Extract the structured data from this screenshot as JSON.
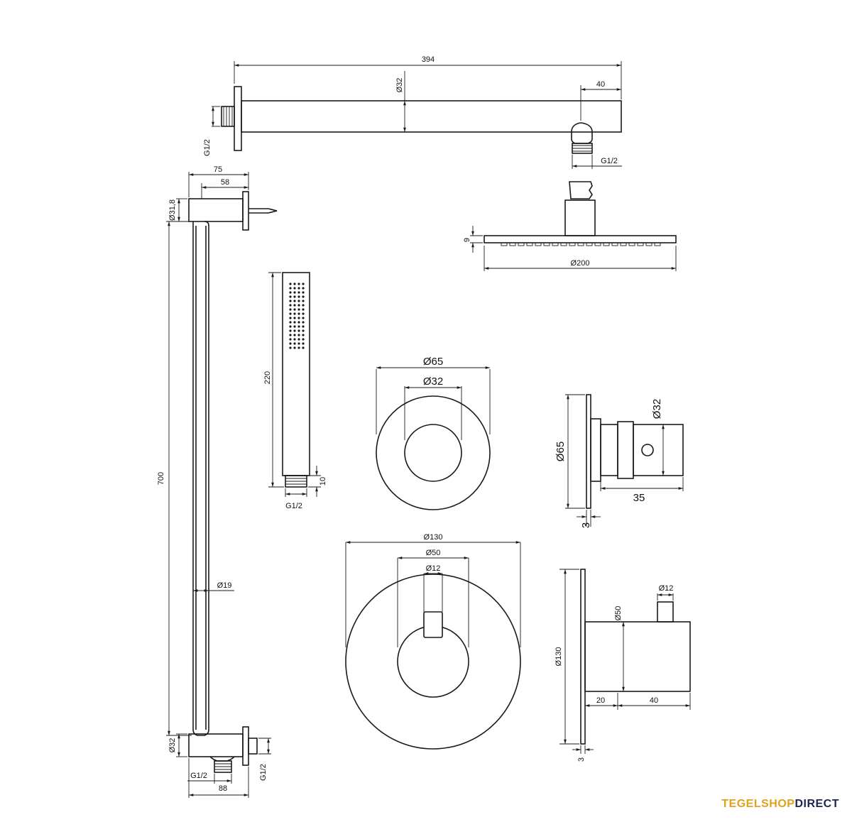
{
  "dimensions": {
    "arm_length": "394",
    "arm_diameter": "Ø32",
    "arm_tip": "40",
    "arm_thread_wall": "G1/2",
    "arm_thread_head": "G1/2",
    "rail_depth_total": "75",
    "rail_depth_inner": "58",
    "rail_top_diameter": "Ø31,8",
    "rail_height": "700",
    "rail_tube_diameter": "Ø19",
    "rail_bottom_diameter": "Ø32",
    "rail_outlet_thread": "G1/2",
    "rail_wall_thread": "G1/2",
    "rail_outlet_offset": "88",
    "head_thickness": "9",
    "head_diameter": "Ø200",
    "hand_length": "220",
    "hand_thread": "G1/2",
    "hand_thread_len": "10",
    "stop_outer": "Ø65",
    "stop_inner": "Ø32",
    "stop_side_outer": "Ø65",
    "stop_side_knob": "Ø32",
    "stop_side_depth": "35",
    "stop_side_plate": "3",
    "thermo_outer": "Ø130",
    "thermo_mid": "Ø50",
    "thermo_stem": "Ø12",
    "thermo_side_outer": "Ø130",
    "thermo_side_body": "Ø50",
    "thermo_side_stem": "Ø12",
    "thermo_side_a": "20",
    "thermo_side_b": "40",
    "thermo_side_plate": "3"
  },
  "brand": {
    "part1": "TEGELSHOP",
    "part2": "DIRECT"
  }
}
